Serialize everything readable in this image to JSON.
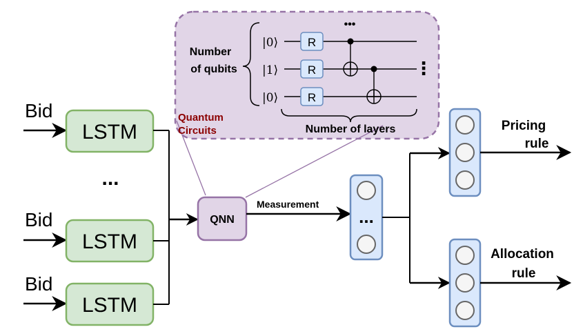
{
  "inputs": {
    "bid_label": "Bid",
    "lstm_label": "LSTM",
    "ellipsis": "..."
  },
  "qnn": {
    "label": "QNN",
    "measurement_label": "Measurement"
  },
  "circuit": {
    "title_line1": "Quantum",
    "title_line2": "Circuits",
    "qubits_label_line1": "Number",
    "qubits_label_line2": "of qubits",
    "layers_label": "Number of layers",
    "gate_label": "R",
    "kets": [
      "|0⟩",
      "|1⟩",
      "|0⟩"
    ],
    "top_dots": "•••",
    "side_dots": "⋮"
  },
  "measurement_layer": {
    "dots": "..."
  },
  "outputs": {
    "pricing_line1": "Pricing",
    "pricing_line2": "rule",
    "allocation_line1": "Allocation",
    "allocation_line2": "rule"
  },
  "colors": {
    "lstm_fill": "#d5e8d4",
    "lstm_stroke": "#82b366",
    "qnn_fill": "#e1d5e7",
    "qnn_stroke": "#9673a6",
    "neuron_col_fill": "#dae8fc",
    "neuron_col_stroke": "#6c8ebf",
    "neuron_fill": "#f5f5f5",
    "neuron_stroke": "#666666",
    "circuit_title": "#8b0000"
  }
}
